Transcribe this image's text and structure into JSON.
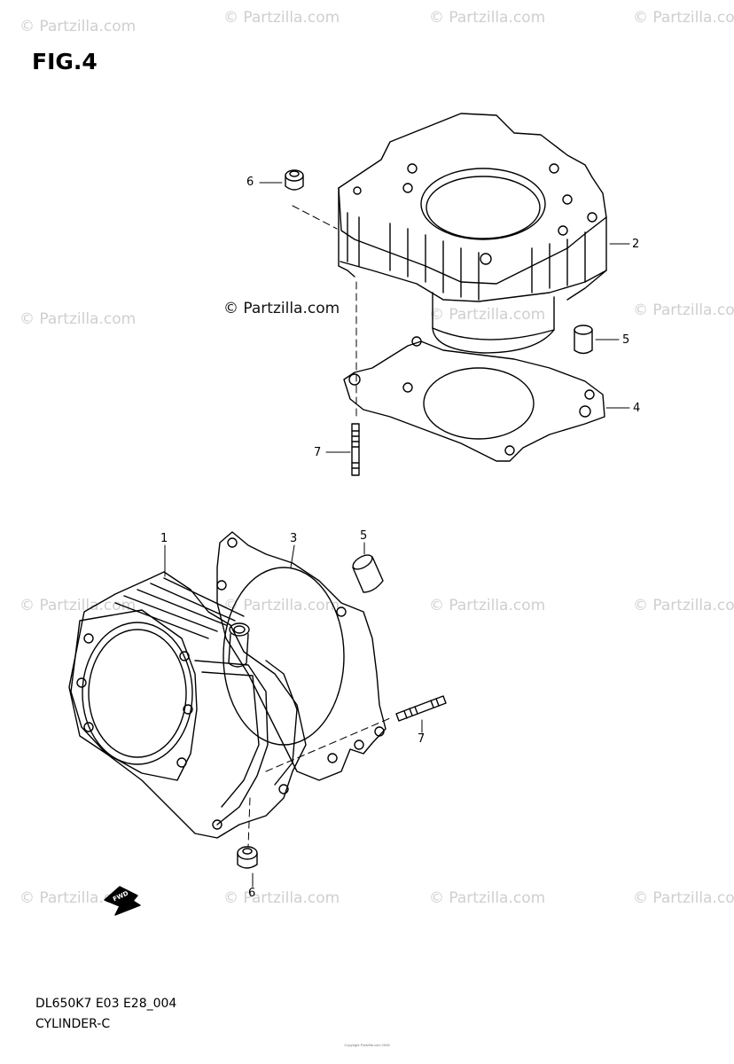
{
  "figure_label": "FIG.4",
  "watermark": "© Partzilla.com",
  "center_watermark": "© Partzilla.com",
  "callouts": {
    "top_6": "6",
    "top_2": "2",
    "top_5": "5",
    "top_4": "4",
    "top_7": "7",
    "bottom_1": "1",
    "bottom_3": "3",
    "bottom_5": "5",
    "bottom_7": "7",
    "bottom_6": "6"
  },
  "fwd_badge": "FWD",
  "diagram_code": "DL650K7 E03 E28_004",
  "section_title": "CYLINDER-C",
  "copyright": "Copyright Partzilla.com 2008"
}
